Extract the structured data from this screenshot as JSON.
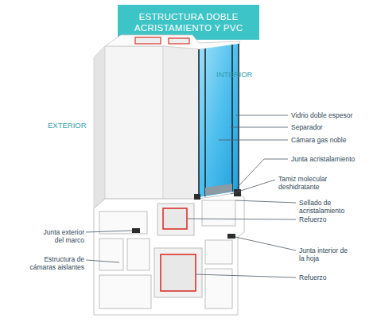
{
  "diagram": {
    "title": "ESTRUCTURA DOBLE ACRISTAMIENTO Y PVC",
    "labels": [
      "INTERIOR",
      "EXTERIOR",
      "Vidrio doble espesor",
      "Separador",
      "Cámara gas noble",
      "Junta acristalamiento",
      "Tamiz molecular deshidratante",
      "Sellado de acristalamiento",
      "Refuerzo",
      "Junta exterior del marco",
      "Junta interior de la hoja",
      "Estructura de cámaras aislantes",
      "Refuerzo"
    ]
  }
}
